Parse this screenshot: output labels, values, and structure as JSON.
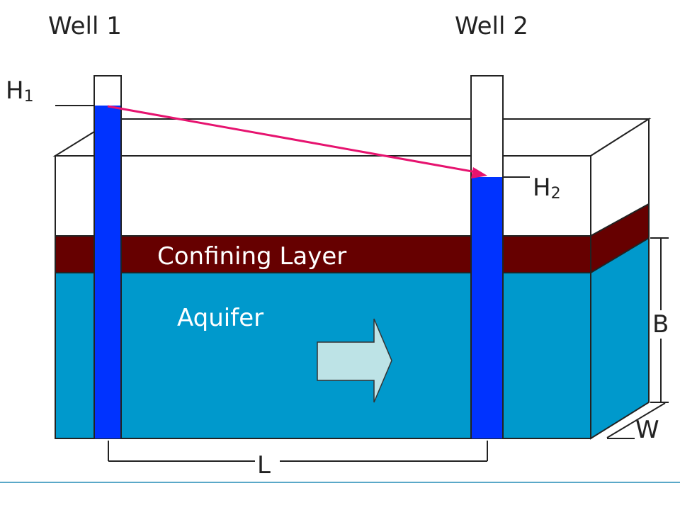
{
  "labels": {
    "well1": "Well 1",
    "well2": "Well 2",
    "h1_main": "H",
    "h1_sub": "1",
    "h2_main": "H",
    "h2_sub": "2",
    "confining": "Confining Layer",
    "aquifer": "Aquifer",
    "b": "B",
    "w": "W",
    "l": "L"
  },
  "colors": {
    "aquifer": "#0099cc",
    "confining": "#660000",
    "well_water": "#0033ff",
    "gradient_arrow": "#e6136f",
    "flow_arrow": "#bde3e6",
    "outline": "#222222",
    "bottom_rule": "#5aa8c8"
  }
}
